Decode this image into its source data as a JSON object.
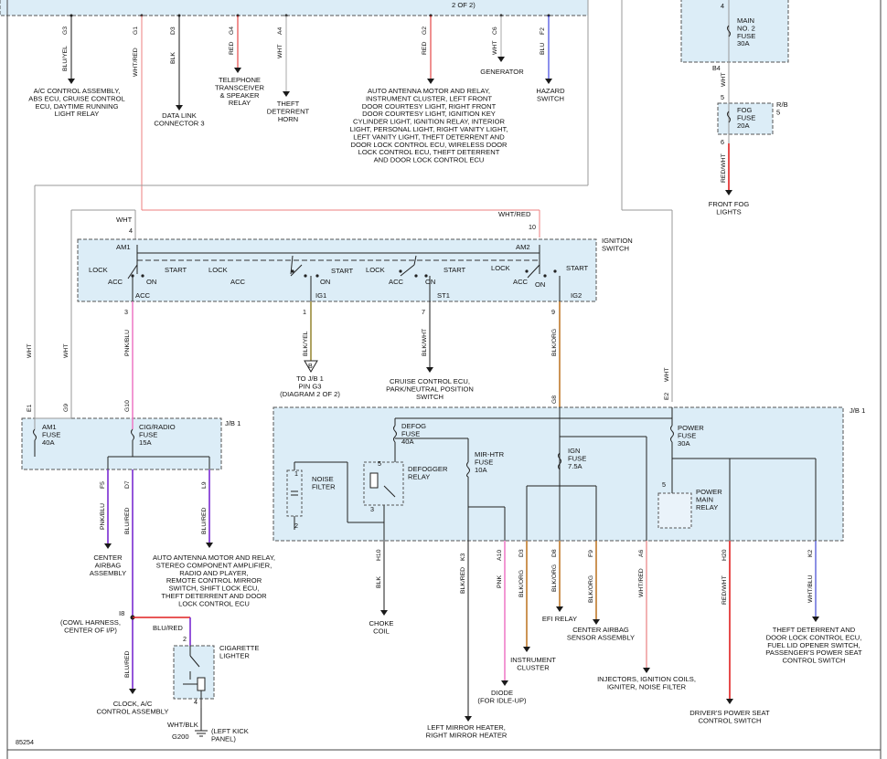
{
  "diagram_id": "85254",
  "top": {
    "frag_text": "2 OF 2)",
    "terms": [
      {
        "pin": "G3",
        "color": "BLU/YEL",
        "label": "A/C CONTROL ASSEMBLY,\nABS ECU, CRUISE CONTROL\nECU, DAYTIME RUNNING\nLIGHT RELAY"
      },
      {
        "pin": "G1",
        "color": "WHT/RED",
        "label": ""
      },
      {
        "pin": "D3",
        "color": "BLK",
        "label": "DATA LINK\nCONNECTOR 3"
      },
      {
        "pin": "G4",
        "color": "RED",
        "label": "TELEPHONE\nTRANSCEIVER\n& SPEAKER\nRELAY"
      },
      {
        "pin": "A4",
        "color": "WHT",
        "label": "THEFT\nDETERRENT\nHORN"
      },
      {
        "pin": "G2",
        "color": "RED",
        "label": "AUTO ANTENNA MOTOR AND RELAY,\nINSTRUMENT CLUSTER, LEFT FRONT\nDOOR COURTESY LIGHT, RIGHT FRONT\nDOOR COURTESY LIGHT, IGNITION KEY\nCYLINDER LIGHT, IGNITION RELAY, INTERIOR\nLIGHT, PERSONAL LIGHT, RIGHT VANITY LIGHT,\nLEFT VANITY LIGHT, THEFT DETERRENT AND\nDOOR LOCK CONTROL ECU, WIRELESS DOOR\nLOCK CONTROL ECU, THEFT DETERRENT\nAND DOOR LOCK CONTROL ECU"
      },
      {
        "pin": "C6",
        "color": "WHT",
        "label": "GENERATOR"
      },
      {
        "pin": "F2",
        "color": "BLU",
        "label": "HAZARD\nSWITCH"
      }
    ]
  },
  "main_fuse": {
    "pin_in": "4",
    "name": "MAIN\nNO. 2\nFUSE\n30A",
    "pin_out": "B4",
    "wire": "WHT"
  },
  "fog": {
    "pin_in": "5",
    "name": "FOG\nFUSE\n20A",
    "box": "R/B\n5",
    "pin_out": "6",
    "wire": "RED/WHT",
    "dest": "FRONT FOG\nLIGHTS"
  },
  "ign_switch": {
    "title": "IGNITION\nSWITCH",
    "wire_left": "WHT",
    "pin_left": "4",
    "wire_right": "WHT/RED",
    "pin_right": "10",
    "labels": {
      "am1": "AM1",
      "am2": "AM2",
      "lock": "LOCK",
      "acc": "ACC",
      "on": "ON",
      "start": "START"
    },
    "outputs": [
      {
        "pin": "3",
        "term": "ACC",
        "color": "PNK/BLU"
      },
      {
        "pin": "1",
        "term": "IG1",
        "color": "BLK/YEL"
      },
      {
        "pin": "7",
        "term": "ST1",
        "color": "BLK/WHT"
      },
      {
        "pin": "9",
        "term": "IG2",
        "color": "BLK/ORG"
      }
    ],
    "ig1_dest": "TO J/B 1\nPIN G3\n(DIAGRAM 2 OF 2)",
    "ig1_ref": "B",
    "st1_dest": "CRUISE CONTROL ECU,\nPARK/NEUTRAL POSITION\nSWITCH"
  },
  "jb_left": {
    "title": "J/B 1",
    "pins_in": [
      "E1",
      "G9",
      "G10"
    ],
    "fuses": [
      {
        "name": "AM1\nFUSE\n40A"
      },
      {
        "name": "CIG/RADIO\nFUSE\n15A"
      }
    ],
    "outputs": [
      {
        "pin": "F5",
        "color": "PNK/BLU",
        "dest": "CENTER\nAIRBAG\nASSEMBLY"
      },
      {
        "pin": "D7",
        "color": "BLU/RED",
        "dest": ""
      },
      {
        "pin": "L9",
        "color": "BLU/RED",
        "dest": "AUTO ANTENNA MOTOR AND RELAY,\nSTEREO COMPONENT AMPLIFIER,\nRADIO AND PLAYER,\nREMOTE CONTROL MIRROR\nSWITCH, SHIFT LOCK ECU,\nTHEFT DETERRENT AND DOOR\nLOCK CONTROL ECU"
      }
    ],
    "wire_e1": "WHT",
    "wire_g9": "WHT"
  },
  "splice": {
    "id": "I8",
    "label": "(COWL HARNESS,\nCENTER OF I/P)",
    "wire_down": "BLU/RED",
    "dest": "CLOCK, A/C\nCONTROL ASSEMBLY",
    "wire_branch": "BLU/RED"
  },
  "lighter": {
    "name": "CIGARETTE\nLIGHTER",
    "pin_top": "2",
    "pin_bot": "4",
    "wire": "WHT/BLK",
    "ground": "G200",
    "ground_label": "(LEFT KICK\nPANEL)"
  },
  "jb_right": {
    "title": "J/B 1",
    "pin_g8": "G8",
    "pin_e2": "E2",
    "wire_e2": "WHT",
    "noise": "NOISE\nFILTER",
    "noise_pins": [
      "1",
      "2"
    ],
    "defog_fuse": "DEFOG\nFUSE\n40A",
    "defog_relay": "DEFOGGER\nRELAY",
    "relay_pins": [
      "3",
      "5"
    ],
    "mir": "MIR-HTR\nFUSE\n10A",
    "ign_fuse": "IGN\nFUSE\n7.5A",
    "power_fuse": "POWER\nFUSE\n30A",
    "pmr": "POWER\nMAIN\nRELAY",
    "pmr_pin": "5",
    "outputs": [
      {
        "pin": "H10",
        "color": "BLK",
        "dest": "CHOKE\nCOIL"
      },
      {
        "pin": "K3",
        "color": "BLK/RED",
        "dest": "LEFT MIRROR HEATER,\nRIGHT MIRROR HEATER"
      },
      {
        "pin": "A10",
        "color": "PNK",
        "dest": "DIODE\n(FOR IDLE-UP)"
      },
      {
        "pin": "D3",
        "color": "BLK/ORG",
        "dest": "INSTRUMENT\nCLUSTER"
      },
      {
        "pin": "D8",
        "color": "BLK/ORG",
        "dest": "EFI RELAY"
      },
      {
        "pin": "F9",
        "color": "BLK/ORG",
        "dest": "CENTER AIRBAG\nSENSOR ASSEMBLY"
      },
      {
        "pin": "A6",
        "color": "WHT/RED",
        "dest": "INJECTORS, IGNITION COILS,\nIGNITER, NOISE FILTER"
      },
      {
        "pin": "H20",
        "color": "RED/WHT",
        "dest": "DRIVER'S POWER SEAT\nCONTROL SWITCH"
      },
      {
        "pin": "K2",
        "color": "WHT/BLU",
        "dest": "THEFT DETERRENT AND\nDOOR LOCK CONTROL ECU,\nFUEL LID OPENER SWITCH,\nPASSENGER'S POWER SEAT\nCONTROL SWITCH"
      }
    ]
  },
  "colors": {
    "red": "#e02020",
    "blue": "#1a20d8",
    "purple": "#7a2bd0",
    "pink": "#ee7fc8",
    "orange": "#c07a2a",
    "olive": "#9a8a3a",
    "gray": "#888888",
    "wire": "#1a1a1a",
    "box": "#dcedf7"
  }
}
